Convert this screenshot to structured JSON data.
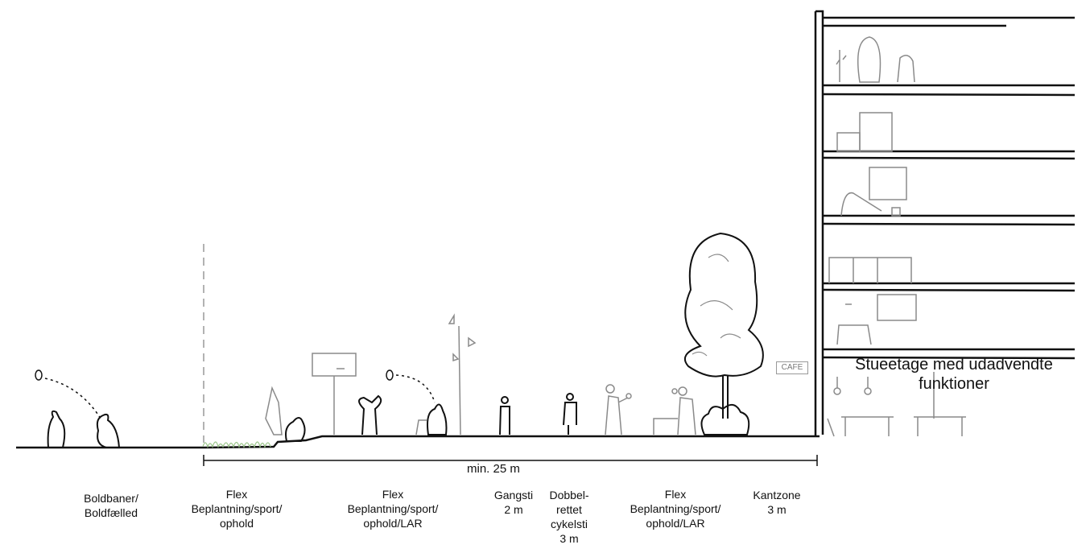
{
  "building": {
    "ground_floor_label": [
      "Stueetage med udadvendte",
      "funktioner"
    ],
    "cafe_sign": "CAFE"
  },
  "dimension": {
    "label": "min. 25 m"
  },
  "zones": [
    {
      "id": "boldbane",
      "lines": [
        "Boldbaner/",
        "Boldfælled"
      ]
    },
    {
      "id": "flex-1",
      "lines": [
        "Flex",
        "Beplantning/sport/",
        "ophold"
      ]
    },
    {
      "id": "flex-2",
      "lines": [
        "Flex",
        "Beplantning/sport/",
        "ophold/LAR"
      ]
    },
    {
      "id": "gangsti",
      "lines": [
        "Gangsti",
        "2 m"
      ]
    },
    {
      "id": "cykelsti",
      "lines": [
        "Dobbel-",
        "rettet",
        "cykelsti",
        "3 m"
      ]
    },
    {
      "id": "flex-3",
      "lines": [
        "Flex",
        "Beplantning/sport/",
        "ophold/LAR"
      ]
    },
    {
      "id": "kantzone",
      "lines": [
        "Kantzone",
        "3 m"
      ]
    }
  ],
  "colors": {
    "ink": "#111111",
    "sketch_gray": "#8a8a8a",
    "grass_green": "#9bc58a"
  }
}
